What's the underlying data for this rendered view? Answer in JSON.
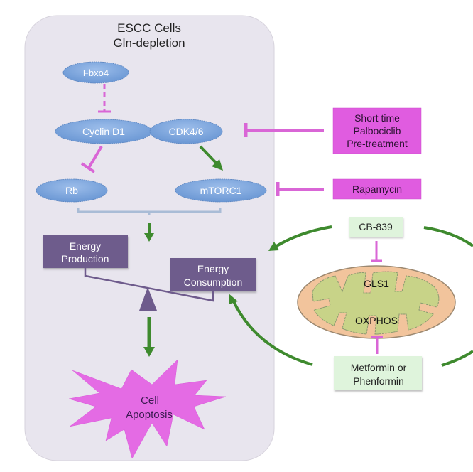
{
  "panel": {
    "title_line1": "ESCC Cells",
    "title_line2": "Gln-depletion"
  },
  "nodes": {
    "fbxo4": "Fbxo4",
    "cyclin_d1": "Cyclin D1",
    "cdk46": "CDK4/6",
    "rb": "Rb",
    "mtorc1": "mTORC1",
    "energy_production": [
      "Energy",
      "Production"
    ],
    "energy_consumption": [
      "Energy",
      "Consumption"
    ],
    "cell_apoptosis": [
      "Cell",
      "Apoptosis"
    ],
    "gls1": "GLS1",
    "oxphos": "OXPHOS"
  },
  "drugs": {
    "palbociclib": [
      "Short time",
      "Palbociclib",
      "Pre-treatment"
    ],
    "rapamycin": "Rapamycin",
    "cb839": "CB-839",
    "metformin": [
      "Metformin or",
      "Phenformin"
    ]
  },
  "colors": {
    "panel_fill": "#e8e5ee",
    "ellipse_fill": "#7ea6dc",
    "ellipse_text": "#ffffff",
    "inhibit": "#d966d6",
    "activate": "#3e8a2e",
    "drug_box_magenta": "#e05ce0",
    "drug_box_green": "#dff4dc",
    "energy_box": "#6e5b8c",
    "star": "#e46be4",
    "mito_outer": "#f2c49c",
    "mito_inner": "#c8d388"
  }
}
